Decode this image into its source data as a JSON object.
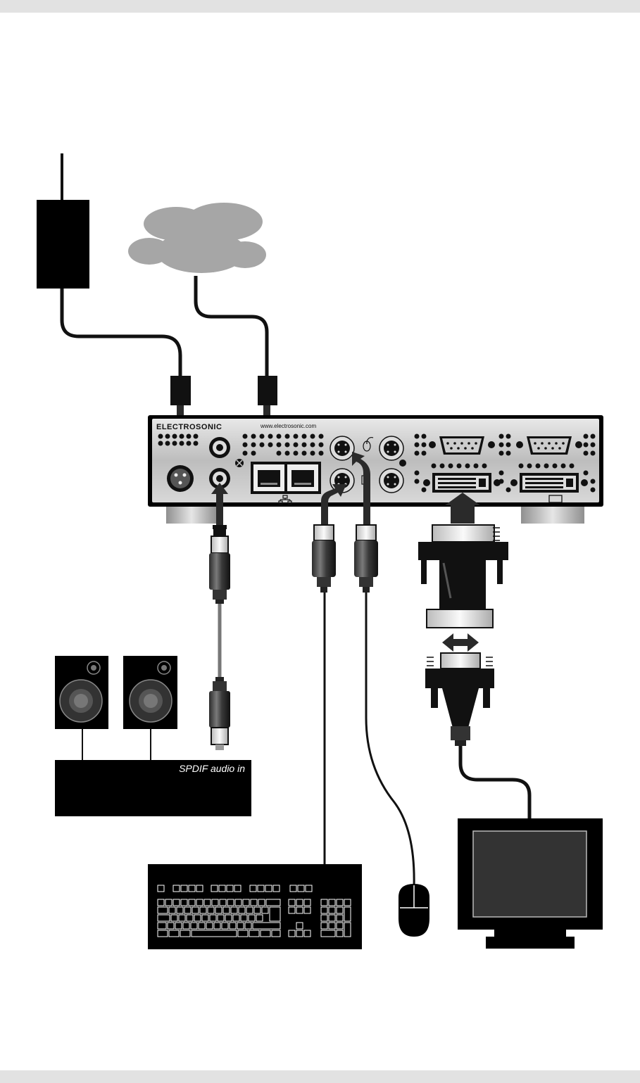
{
  "device": {
    "brand": "ELECTROSONIC",
    "url": "www.electrosonic.com"
  },
  "amplifier": {
    "input_label": "SPDIF audio in"
  },
  "colors": {
    "cable": "#111111",
    "cloud": "#a6a6a6",
    "panel": "#d0d0d0",
    "arrow": "#2a2a2a",
    "monitor_screen": "#333333",
    "page_bars": "#e2e2e2"
  },
  "icons": [
    "network-icon",
    "mouse-icon",
    "keyboard-icon",
    "monitor-icon"
  ]
}
